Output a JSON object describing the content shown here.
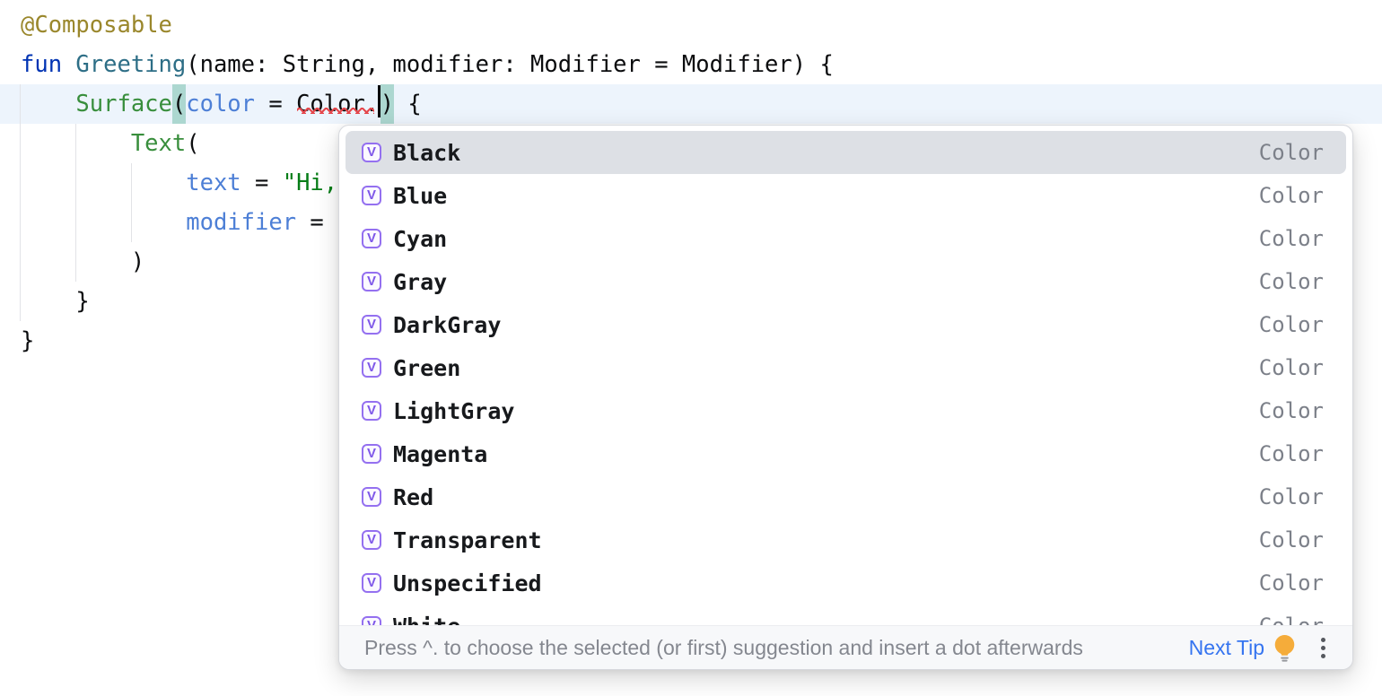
{
  "editor": {
    "lines": [
      {
        "spans": [
          {
            "t": "@Composable",
            "c": "ann"
          }
        ]
      },
      {
        "spans": [
          {
            "t": "fun ",
            "c": "kw"
          },
          {
            "t": "Greeting",
            "c": "fn"
          },
          {
            "t": "(name: String, modifier: Modifier = Modifier) {",
            "c": "txt"
          }
        ]
      },
      {
        "highlight": true,
        "spans": [
          {
            "t": "    ",
            "c": "txt"
          },
          {
            "t": "Surface",
            "c": "call"
          },
          {
            "t": "(",
            "c": "txt paren"
          },
          {
            "t": "color",
            "c": "arg"
          },
          {
            "t": " = ",
            "c": "txt"
          },
          {
            "t": "Color.",
            "c": "err"
          },
          {
            "caret": true
          },
          {
            "t": ")",
            "c": "txt paren"
          },
          {
            "t": " {",
            "c": "txt"
          }
        ]
      },
      {
        "spans": [
          {
            "t": "        ",
            "c": "txt"
          },
          {
            "t": "Text",
            "c": "call"
          },
          {
            "t": "(",
            "c": "txt"
          }
        ]
      },
      {
        "spans": [
          {
            "t": "            ",
            "c": "txt"
          },
          {
            "t": "text",
            "c": "arg"
          },
          {
            "t": " = ",
            "c": "txt"
          },
          {
            "t": "\"Hi,",
            "c": "str"
          }
        ]
      },
      {
        "spans": [
          {
            "t": "            ",
            "c": "txt"
          },
          {
            "t": "modifier",
            "c": "arg"
          },
          {
            "t": " = ",
            "c": "txt"
          }
        ]
      },
      {
        "spans": [
          {
            "t": "        )",
            "c": "txt"
          }
        ]
      },
      {
        "spans": [
          {
            "t": "    }",
            "c": "txt"
          }
        ]
      },
      {
        "spans": [
          {
            "t": "}",
            "c": "txt"
          }
        ]
      }
    ]
  },
  "popup": {
    "icon_letter": "V",
    "items": [
      {
        "label": "Black",
        "type": "Color",
        "selected": true
      },
      {
        "label": "Blue",
        "type": "Color"
      },
      {
        "label": "Cyan",
        "type": "Color"
      },
      {
        "label": "Gray",
        "type": "Color"
      },
      {
        "label": "DarkGray",
        "type": "Color"
      },
      {
        "label": "Green",
        "type": "Color"
      },
      {
        "label": "LightGray",
        "type": "Color"
      },
      {
        "label": "Magenta",
        "type": "Color"
      },
      {
        "label": "Red",
        "type": "Color"
      },
      {
        "label": "Transparent",
        "type": "Color"
      },
      {
        "label": "Unspecified",
        "type": "Color"
      },
      {
        "label": "White",
        "type": "Color"
      }
    ],
    "footer": {
      "hint": "Press ^. to choose the selected (or first) suggestion and insert a dot afterwards",
      "next_tip": "Next Tip"
    }
  },
  "colors": {
    "accent_blue": "#3574F0",
    "selection_bg": "#DDE0E5",
    "icon_purple": "#9470F0",
    "error_red": "#E5484D",
    "paren_match_bg": "#ACD7D0",
    "current_line_bg": "#EDF4FC",
    "annotation": "#9A872C",
    "keyword": "#0033B3",
    "function_decl": "#2D6E86",
    "composable_call": "#388E3C",
    "named_argument": "#4D7FD6",
    "string": "#067D17",
    "type_text": "#7C8089",
    "hint_text": "#84878F",
    "bulb_yellow": "#F5AC3A"
  }
}
